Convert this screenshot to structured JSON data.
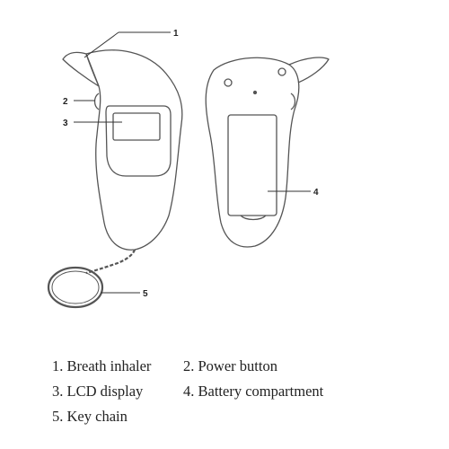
{
  "callouts": [
    {
      "number": "1",
      "label": "Breath inhaler"
    },
    {
      "number": "2",
      "label": "Power button"
    },
    {
      "number": "3",
      "label": "LCD display"
    },
    {
      "number": "4",
      "label": "Battery compartment"
    },
    {
      "number": "5",
      "label": "Key chain"
    }
  ],
  "legend": {
    "item1": "1. Breath inhaler",
    "item2": "2. Power button",
    "item3": "3. LCD display",
    "item4": "4. Battery compartment",
    "item5": "5. Key chain"
  },
  "colors": {
    "outline": "#555555",
    "text": "#222222",
    "background": "#ffffff"
  }
}
